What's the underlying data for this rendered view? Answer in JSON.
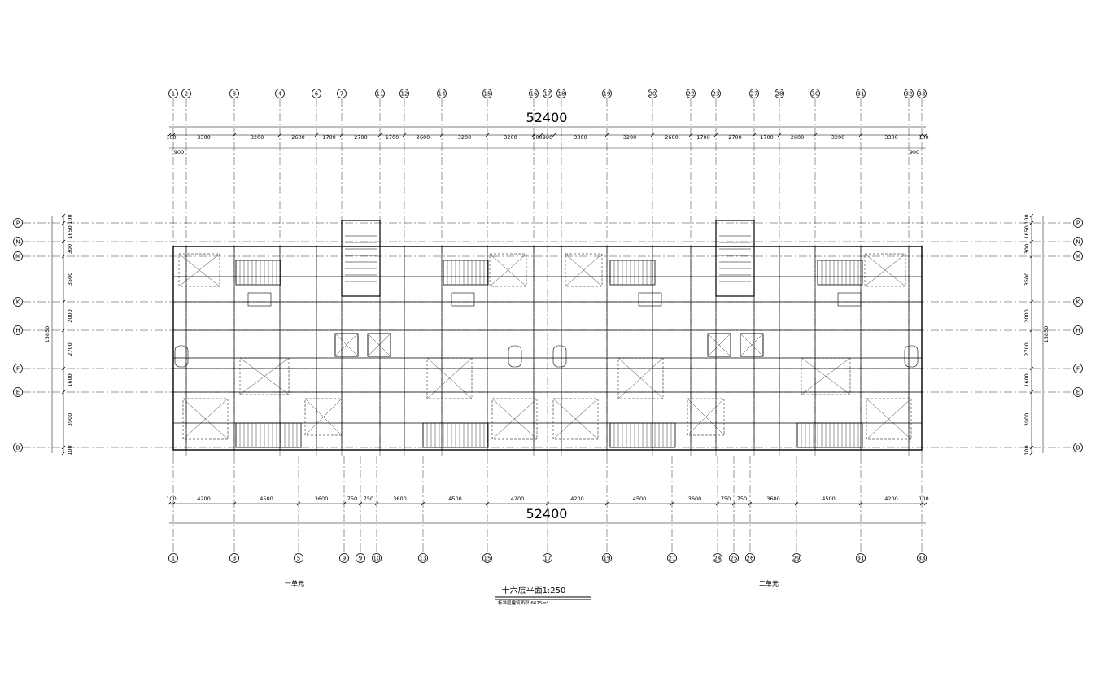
{
  "drawing": {
    "title": "十六层平面1:250",
    "subtitle": "标准层建筑面积:6615m²",
    "unit_labels": [
      "一单元",
      "二单元"
    ],
    "total_dimension": "52400"
  },
  "top_axes": [
    "1",
    "2",
    "3",
    "4",
    "6",
    "7",
    "11",
    "12",
    "14",
    "15",
    "16",
    "17",
    "18",
    "19",
    "20",
    "22",
    "23",
    "27",
    "28",
    "30",
    "31",
    "32",
    "33"
  ],
  "bottom_axes": [
    "1",
    "3",
    "5",
    "9",
    "9",
    "10",
    "13",
    "15",
    "17",
    "19",
    "21",
    "24",
    "25",
    "26",
    "29",
    "31",
    "33"
  ],
  "side_axes_left": [
    "P",
    "N",
    "M",
    "K",
    "H",
    "F",
    "E",
    "B"
  ],
  "side_axes_right": [
    "P",
    "N",
    "M",
    "K",
    "H",
    "F",
    "E",
    "B"
  ],
  "top_dims": [
    "100",
    "3300",
    "3200",
    "2600",
    "1700",
    "2700",
    "1700",
    "2600",
    "3200",
    "3200",
    "900",
    "900",
    "3300",
    "3200",
    "2600",
    "1700",
    "2700",
    "1700",
    "2600",
    "3200",
    "3300",
    "100"
  ],
  "top_sub_dims": [
    "900",
    "900"
  ],
  "bottom_dims": [
    "100",
    "4200",
    "4500",
    "3600",
    "750",
    "750",
    "3600",
    "4500",
    "4200",
    "4200",
    "4500",
    "3600",
    "750",
    "750",
    "3600",
    "4500",
    "4200",
    "100"
  ],
  "side_dims": [
    "100",
    "1650",
    "300",
    "3500",
    "2000",
    "2700",
    "1600",
    "3900",
    "100"
  ],
  "side_total": "15850",
  "colors": {
    "line": "#000000",
    "paper": "#ffffff"
  }
}
